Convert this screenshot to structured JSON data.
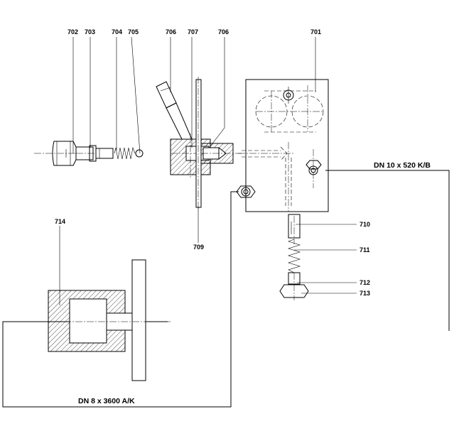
{
  "callouts": {
    "p701": "701",
    "p702": "702",
    "p703": "703",
    "p704": "704",
    "p705": "705",
    "p706a": "706",
    "p707": "707",
    "p706b": "706",
    "p709": "709",
    "p710": "710",
    "p711": "711",
    "p712": "712",
    "p713": "713",
    "p714": "714"
  },
  "hoses": {
    "upper": "DN 10 x 520 K/B",
    "lower": "DN 8 x 3600 A/K"
  }
}
